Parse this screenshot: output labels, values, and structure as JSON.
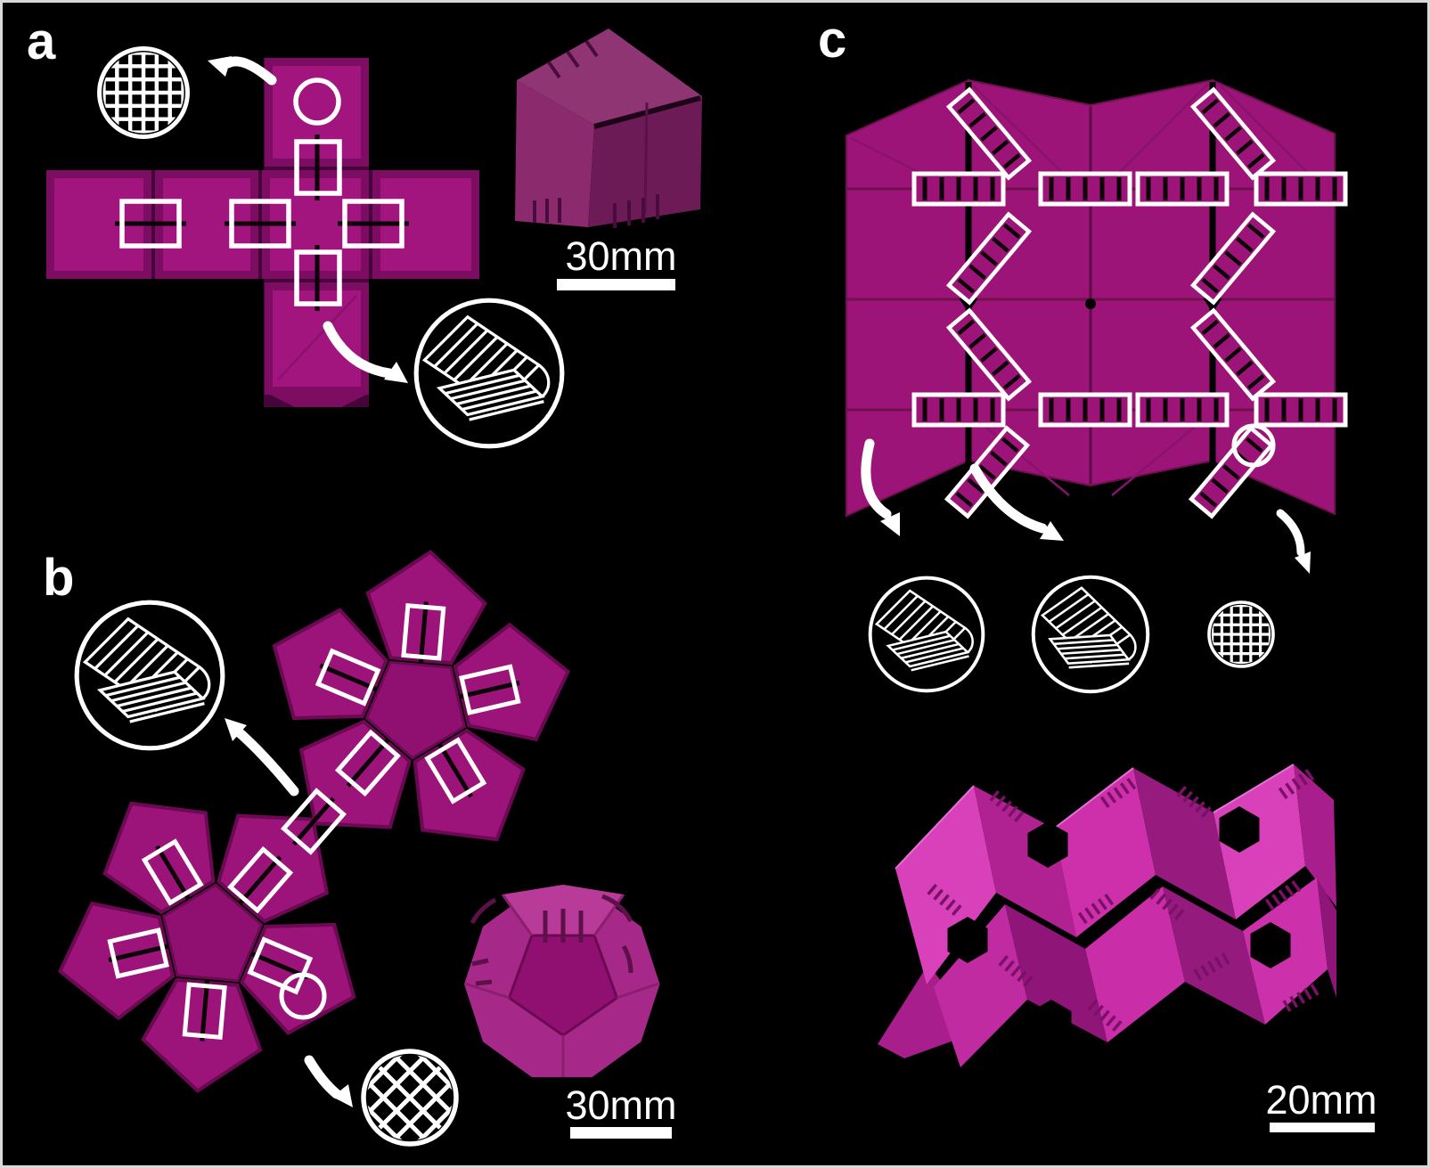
{
  "figure": {
    "type": "scientific-figure",
    "description": "4D-printed shape-memory polymer sheets with printed hinges that self-fold into 3D structures",
    "panels": {
      "a": {
        "label": "a",
        "scale_bar": {
          "text": "30mm"
        },
        "content": "cube net with single-line hinges folding into a cube"
      },
      "b": {
        "label": "b",
        "scale_bar": {
          "text": "30mm"
        },
        "content": "double pentagon-flower net folding into a dodecahedron ball"
      },
      "c": {
        "label": "c",
        "scale_bar": {
          "text": "20mm"
        },
        "content": "herringbone chevron net with ladder hinges folding into a corrugated sheet"
      }
    },
    "icons": {
      "square_mesh": "square-grid-infill-pattern",
      "diagonal_mesh": "crosshatch-infill-pattern",
      "laminate": "bilayer-laminate-cross-section",
      "circle_marker": "passive-region-marker"
    },
    "colors": {
      "background": "#000000",
      "border": "#D9D9D9",
      "magenta-flat": "#A2157E",
      "magenta-deep": "#7C0D62",
      "magenta-net-c": "#9D1478",
      "pink-bright": "#CD2FAE",
      "white": "#FFFFFF"
    }
  }
}
